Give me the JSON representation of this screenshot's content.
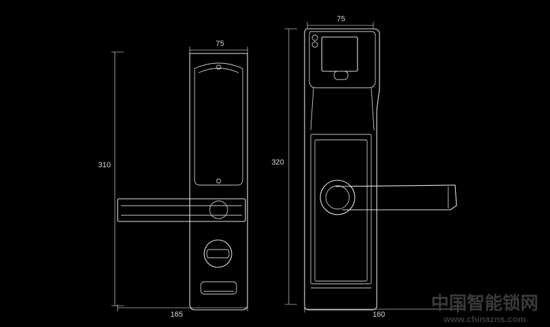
{
  "left_lock": {
    "width_label": "75",
    "height_label": "310",
    "depth_label": "165"
  },
  "right_lock": {
    "width_label": "75",
    "height_label": "320",
    "depth_label": "160"
  },
  "watermark": {
    "site_name": "中国智能锁网",
    "url": "www.chinazns.com"
  },
  "colors": {
    "background": "#000000",
    "line": "#e6e6e6",
    "watermark": "#3a3a3a"
  }
}
